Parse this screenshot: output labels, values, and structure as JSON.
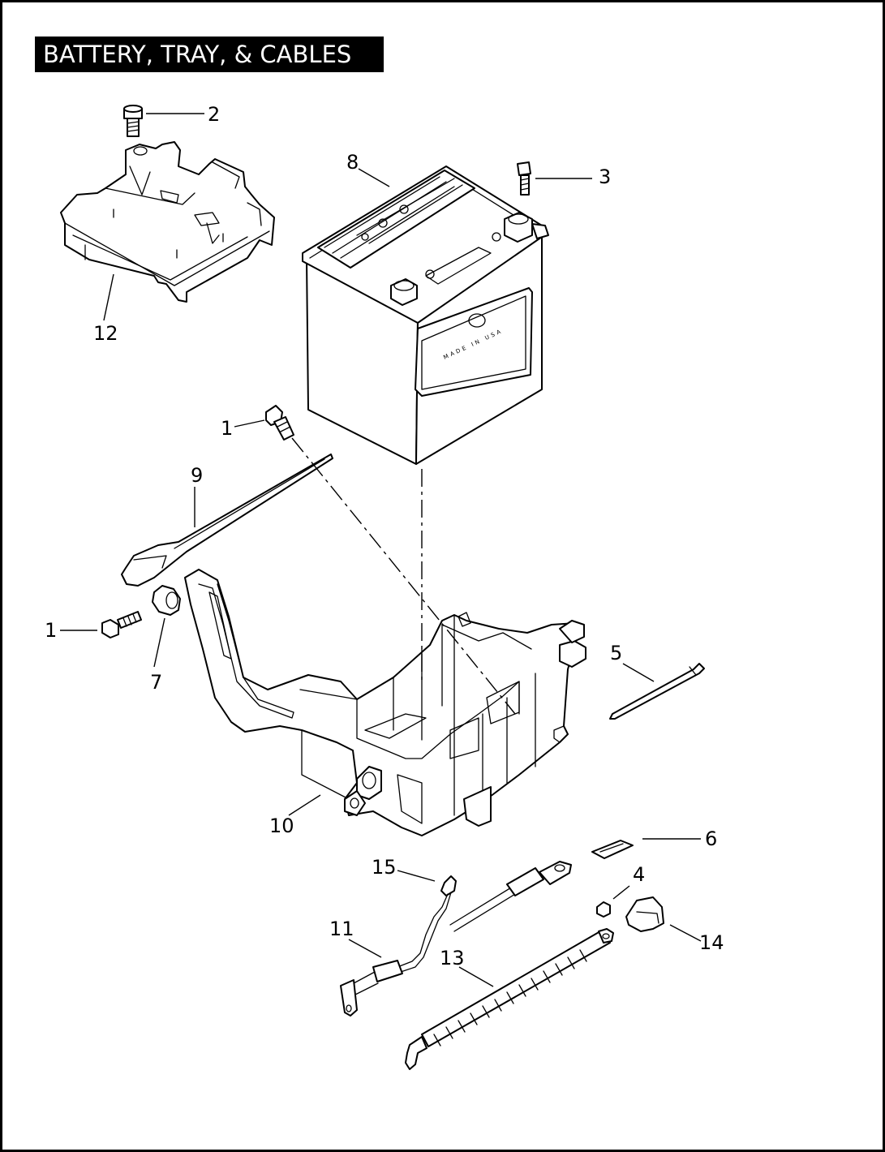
{
  "title": "BATTERY, TRAY, & CABLES",
  "callouts": [
    {
      "id": "callout-2",
      "label": "2"
    },
    {
      "id": "callout-8",
      "label": "8"
    },
    {
      "id": "callout-3",
      "label": "3"
    },
    {
      "id": "callout-12",
      "label": "12"
    },
    {
      "id": "callout-1-top",
      "label": "1"
    },
    {
      "id": "callout-9",
      "label": "9"
    },
    {
      "id": "callout-1-left",
      "label": "1"
    },
    {
      "id": "callout-7",
      "label": "7"
    },
    {
      "id": "callout-5",
      "label": "5"
    },
    {
      "id": "callout-10",
      "label": "10"
    },
    {
      "id": "callout-6",
      "label": "6"
    },
    {
      "id": "callout-15",
      "label": "15"
    },
    {
      "id": "callout-4",
      "label": "4"
    },
    {
      "id": "callout-11",
      "label": "11"
    },
    {
      "id": "callout-14",
      "label": "14"
    },
    {
      "id": "callout-13",
      "label": "13"
    }
  ],
  "battery_label": "MADE IN USA"
}
